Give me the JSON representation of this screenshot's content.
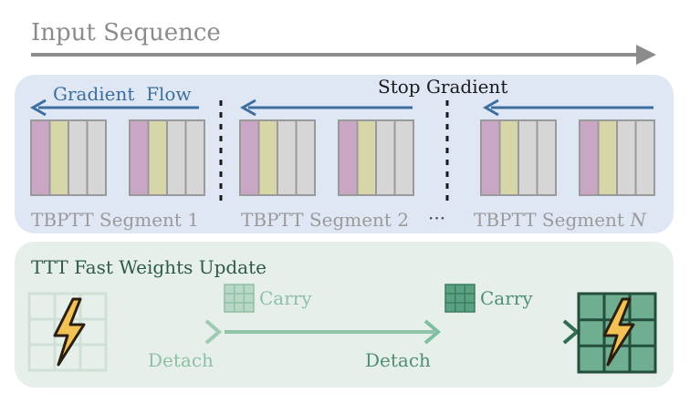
{
  "header": {
    "title": "Input Sequence"
  },
  "top_panel": {
    "gradient_flow_label": "Gradient  Flow",
    "stop_gradient_label": "Stop Gradient",
    "segments": [
      {
        "label": "TBPTT Segment 1"
      },
      {
        "label": "TBPTT Segment 2"
      },
      {
        "label_prefix": "TBPTT Segment ",
        "label_var": "N"
      }
    ],
    "ellipsis": "···"
  },
  "bottom_panel": {
    "title": "TTT Fast Weights Update",
    "carry_labels": [
      "Carry",
      "Carry"
    ],
    "detach_labels": [
      "Detach",
      "Detach"
    ],
    "icons": [
      "lightning-icon",
      "lightning-icon"
    ]
  },
  "colors": {
    "top_panel_bg": "#e0e7f4",
    "bottom_panel_bg": "#e6efe9",
    "gradient_arrow": "#3c6f9f",
    "token_purple": "#c9a6c4",
    "token_olive": "#d6d6a9",
    "token_gray": "#d6d6d6",
    "grid_light": "#cfe0d5",
    "grid_dark": "#3d7a5f"
  }
}
